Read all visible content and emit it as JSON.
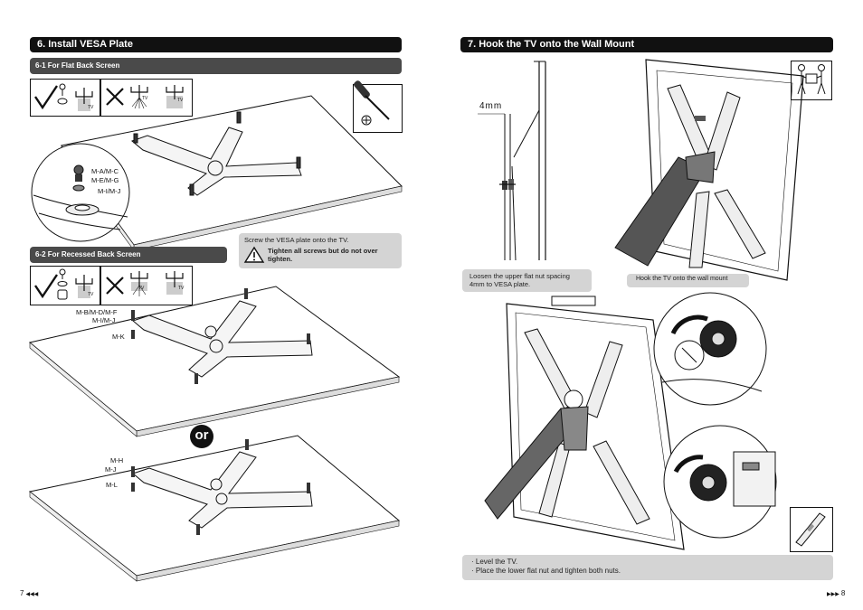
{
  "left": {
    "section_title": "6. Install VESA Plate",
    "sub1_title": "6-1 For Flat Back Screen",
    "sub1_labels": [
      "M-A/M-C",
      "M-E/M-G",
      "M-I/M-J"
    ],
    "sub2_title": "6-2 For Recessed Back Screen",
    "sub2_labels": [
      "M-B/M-D/M-F",
      "M-I/M-J",
      "M-K"
    ],
    "or_label": "or",
    "sub3_labels": [
      "M-H",
      "M-J",
      "M-L"
    ],
    "tv_tag": "TV",
    "note": {
      "line": "Screw the VESA plate onto the TV.",
      "warning": "Tighten all screws but do not over tighten."
    },
    "page_number": "7"
  },
  "right": {
    "section_title": "7. Hook the TV onto the Wall Mount",
    "gap_label": "4mm",
    "note_nut": "Loosen the upper flat nut spacing 4mm to VESA plate.",
    "note_hook": "Hook the TV onto the wall mount",
    "bottom_notes": [
      "Level the TV.",
      "Place the lower flat nut and tighten both nuts."
    ],
    "page_number": "8"
  },
  "icons": {
    "check": "check-icon",
    "cross": "cross-icon",
    "warning": "warning-icon",
    "screwdriver": "screwdriver-icon",
    "two_person": "two-person-lift-icon",
    "level": "spirit-level-icon"
  }
}
